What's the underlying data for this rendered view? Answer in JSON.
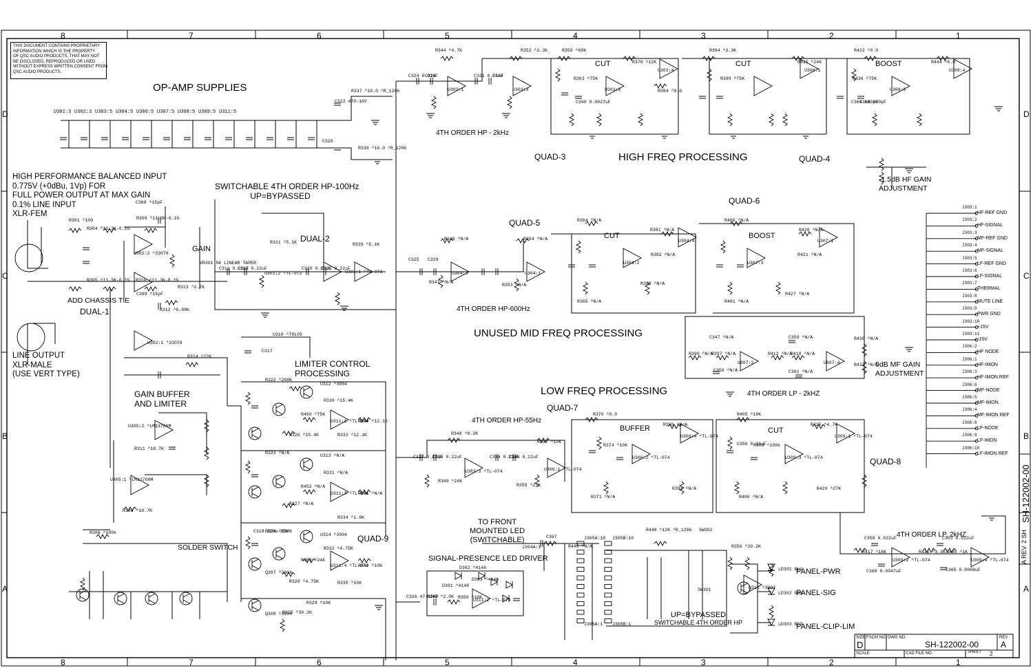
{
  "border": {
    "columns": [
      "8",
      "7",
      "6",
      "5",
      "4",
      "3",
      "2",
      "1"
    ],
    "rows": [
      "D",
      "C",
      "B",
      "A"
    ]
  },
  "proprietary_notice": [
    "THIS DOCUMENT CONTAINS PROPRIETARY",
    "INFORMATION WHICH IS THE PROPERTY",
    "OF QSC AUDIO PRODUCTS, THAT MAY NOT",
    "BE DISCLOSED, REPRODUCED OR USED",
    "WITHOUT EXPRESS WRITTEN CONSENT FROM",
    "QSC AUDIO PRODUCTS."
  ],
  "section_titles": {
    "op_amp_supplies": "OP-AMP SUPPLIES",
    "high_freq": "HIGH FREQ PROCESSING",
    "unused_mid": "UNUSED MID FREQ PROCESSING",
    "low_freq": "LOW FREQ PROCESSING",
    "limiter": [
      "LIMITER CONTROL",
      "PROCESSING"
    ],
    "gain_buffer": [
      "GAIN BUFFER",
      "AND LIMITER"
    ],
    "switchable_hp": [
      "SWITCHABLE 4TH ORDER HP-100Hz",
      "UP=BYPASSED"
    ],
    "input_desc": [
      "HIGH PERFORMANCE BALANCED INPUT",
      "0.775V (+0dBu, 1Vp) FOR",
      "FULL POWER OUTPUT AT MAX GAIN",
      "0.1% LINE INPUT",
      "XLR-FEM"
    ],
    "line_output": [
      "LINE OUTPUT",
      "XLR-MALE",
      "(USE VERT TYPE)"
    ],
    "front_led": [
      "TO FRONT",
      "MOUNTED LED",
      "(SWITCHABLE)"
    ],
    "led_driver": "SIGNAL-PRESENCE LED DRIVER",
    "bottom_switch": [
      "UP=BYPASSED",
      "SWITCHABLE 4TH ORDER HP"
    ]
  },
  "block_labels": {
    "quad3": "QUAD-3",
    "quad4": "QUAD-4",
    "quad5": "QUAD-5",
    "quad6": "QUAD-6",
    "quad7": "QUAD-7",
    "quad8": "QUAD-8",
    "quad9": "QUAD-9",
    "dual1": "DUAL-1",
    "dual2": "DUAL-2",
    "hp2k": "4TH ORDER HP - 2kHz",
    "hp600": "4TH ORDER HP-600Hz",
    "hp55": "4TH ORDER HP-55Hz",
    "lp2k": "4TH ORDER LP - 2kHZ",
    "lp2k_b": "4TH ORDER LP, 2kHZ",
    "cut1": "CUT",
    "cut2": "CUT",
    "cut3": "CUT",
    "cut4": "CUT",
    "boost1": "BOOST",
    "boost2": "BOOST",
    "buffer": "BUFFER",
    "gain": "GAIN",
    "add_chassis": "ADD CHASSIS TIE",
    "solder_switch": "SOLDER SWITCH",
    "hf_adj": [
      "-1.5dB HF GAIN",
      "ADJUSTMENT"
    ],
    "mf_adj": [
      "0dB MF GAIN",
      "ADJUSTMENT"
    ]
  },
  "panel_labels": [
    "PANEL-PWR",
    "PANEL-SIG",
    "PANEL-CLIP-LIM"
  ],
  "connector_pins": [
    "J303:1 HF-REF GND",
    "J303:2 HF-SIGNAL",
    "J303:3 MF-REF GND",
    "J303:4 MF-SIGNAL",
    "J303:5 LF-REF GND",
    "J303:6 LF-SIGNAL",
    "J303:7 THERMAL",
    "J303:8 MUTE LINE",
    "J303:9 PWR GND",
    "J303:10 +15V",
    "J303:11 -15V",
    "J306:2 HF NODE",
    "J306:1 HF-IMON",
    "J306:3 HF-IMON REF",
    "J306:6 MF-NODE",
    "J306:5 MF-IMON",
    "J306:4 MF-IMON REF",
    "J306:8 LF-NODE",
    "J306:9 LF-IMON",
    "J306:10 LF-IMON REF"
  ],
  "opamp_supplies": [
    "U301:3",
    "U302:3",
    "U303:5",
    "U304:5",
    "U306:5",
    "U307:5",
    "U308:5",
    "U309:5",
    "U311:5"
  ],
  "component_labels": [
    "R344 ^4.7K",
    "R352 ^3.3K",
    "R359 ^68K",
    "R378 ^12K",
    "R384 ^0.0",
    "R394 ^3.3K",
    "R415 ^24K",
    "R433 ^0.0",
    "R444 ^0.0",
    "C324 0.01uF",
    "C328",
    "C331 0.01uF",
    "C333",
    "U303:1",
    "U303:3",
    "U303:2",
    "U303:4",
    "U308:1",
    "U308:2",
    "U308:4",
    "R363 ^75K",
    "C340 0.0027uF",
    "R399 ^75K",
    "R438 ^75K",
    "C364 680pF",
    "C366 680pF",
    "R337 ^10.0 ^R_1206",
    "R338 ^10.0 ^R_1206",
    "C322 470-16V",
    "C320",
    "R301 ^100",
    "R304 ^11.3K-0.1%",
    "R309 ^11.3K-0.1%",
    "C368 ^15pF",
    "R305 ^11.3K-0.1%",
    "R310 ^11.3K-0.1%",
    "C369 ^15pF",
    "R312 ^6.88K",
    "R313 ^2.7K",
    "VR301 5K LINEAR TAPER",
    "U302:2 ^33078",
    "C311 0.22uF",
    "C313 0.22uF",
    "R321 ^5.1K",
    "U301:2 ^TL-072",
    "C320 0.22uF",
    "C321 0.22uF",
    "R339 ^5.1K",
    "U301:1 ^TL-072",
    "C325",
    "C329",
    "U304:3",
    "U304:1",
    "R346 ^N/A",
    "R354 ^N/A",
    "R347 ^N/A",
    "R353 ^N/A",
    "R364 ^N/A",
    "R381 ^N/A",
    "U304:4",
    "U304:2",
    "R382 ^N/A",
    "R388 ^N/A",
    "R365 ^N/A",
    "R400 ^N/A",
    "R420 ^N/A",
    "U307:1",
    "U307:3",
    "R421 ^N/A",
    "R427 ^N/A",
    "R401 ^N/A",
    "R390 ^N/A",
    "R397 ^N/A",
    "U307:2",
    "R412 ^N/A",
    "R418 ^N/A",
    "U307:4",
    "C347 ^N/A",
    "C359 ^N/A",
    "C350 ^N/A",
    "C361 ^N/A",
    "R436 ^N/A",
    "R437 ^N/A",
    "U302:1 ^33078",
    "R314 ^22K",
    "C317",
    "U310 ^78L05",
    "C327 0.22uF",
    "C330 0.22uF",
    "C334 0.22uF",
    "C336 0.22uF",
    "R348 ^8.2K",
    "R357 ^10K",
    "U303:3 ^TL-074",
    "U306:1 ^TL-074",
    "R349 ^24K",
    "R355 ^22K",
    "R370 ^0.0",
    "R386 ^N/A",
    "U306:4 ^TL-074",
    "U306:2 ^TL-074",
    "R374 ^10K",
    "R391 ^N/A",
    "R371 ^N/A",
    "R405 ^18K",
    "R425 ^4.7K",
    "U309:1 ^TL-074",
    "U309:3 ^TL-074",
    "R409 ^100k",
    "C356 0.01uF",
    "R406 ^N/A",
    "R429 ^27K",
    "C358 0.022uF",
    "C363 0.022uF",
    "U309:2 ^TL-074",
    "U309:4 ^TL-074",
    "R417 ^18K",
    "R431 ^3.9K",
    "R439 ^1K",
    "C365 0.0068uF",
    "C368 0.0047uF",
    "U305:2 ^LM13700M",
    "U305:1 ^LM13700M",
    "R308 ^18.7K",
    "R311 ^18.7K",
    "R306 ^100k",
    "R322 ^200K",
    "U312 ^3904",
    "R330 ^15.4K",
    "R450 ^75K",
    "U311:1 ^TL-074",
    "R340 ^12.1K",
    "R326 ^15.4K",
    "R333 ^12.1K",
    "R323 ^N/A",
    "U313 ^N/A",
    "R331 ^N/A",
    "R452 ^N/A",
    "U311:3 ^TL-074",
    "R341 ^N/A",
    "R327 ^N/A",
    "R334 ^1.8K",
    "R324 ^150K",
    "U314 ^3904",
    "R332 ^4.75K",
    "R453 ^24K",
    "U311:4 ^TL-074",
    "R342 ^10K",
    "R328 ^4.75K",
    "R335 ^10K",
    "C318 220u-25V",
    "Q307 ^3904",
    "Q308 ^3904",
    "R325 ^39.2K",
    "R329 ^10K",
    "D302 ^4148",
    "D301 ^4148",
    "D303 ^4148",
    "U311:2 ^TL-074",
    "R350 ^10K",
    "C326 47-10NP",
    "R343 ^2.0K",
    "J304A:1",
    "C367",
    "R446 ^N/A",
    "R448 ^12K ^R_1206",
    "SW302",
    "SW301",
    "R356 ^39.2K",
    "Q315 ^3904",
    "LD301 BLU",
    "LD302 GRN",
    "LD303 RED",
    "J305A:10",
    "J305B:10",
    "J305A:1",
    "J305B:1"
  ],
  "title_block": {
    "size_label": "SIZE",
    "size": "D",
    "fscm_label": "FSCM NO.",
    "dwg_label": "DWG NO.",
    "dwg": "SH-122002-00",
    "rev_label": "REV",
    "rev": "A",
    "scale_label": "SCALE",
    "cad_label": "CAD FILE NO.",
    "sheet_label": "SHEET",
    "sheet": "2"
  },
  "side_dwg": "SH-122002-00",
  "side_rev": "A REV",
  "side_sheet": "2 SH"
}
